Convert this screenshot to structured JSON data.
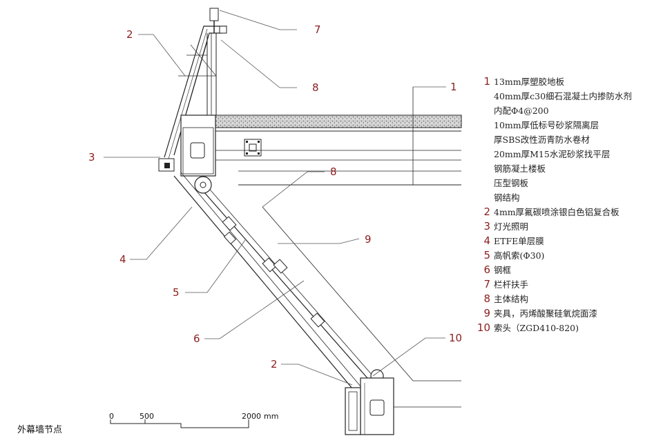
{
  "callouts": {
    "c1": "1",
    "c2_top": "2",
    "c2_bottom": "2",
    "c3": "3",
    "c4": "4",
    "c5": "5",
    "c6": "6",
    "c7": "7",
    "c8_top": "8",
    "c8_mid": "8",
    "c9": "9",
    "c10": "10"
  },
  "legend": [
    {
      "num": "1",
      "text": "13mm厚塑胶地板"
    },
    {
      "num": "",
      "text": "40mm厚c30细石混凝土内掺防水剂"
    },
    {
      "num": "",
      "text": "内配Φ4@200"
    },
    {
      "num": "",
      "text": "10mm厚低标号砂浆隔离层"
    },
    {
      "num": "",
      "text": "厚SBS改性沥青防水卷材"
    },
    {
      "num": "",
      "text": "20mm厚M15水泥砂浆找平层"
    },
    {
      "num": "",
      "text": "钢筋凝土楼板"
    },
    {
      "num": "",
      "text": "压型钢板"
    },
    {
      "num": "",
      "text": "钢结构"
    },
    {
      "num": "2",
      "text": "4mm厚氟碳喷涂银白色铝复合板"
    },
    {
      "num": "3",
      "text": "灯光照明"
    },
    {
      "num": "4",
      "text": "ETFE单层膜"
    },
    {
      "num": "5",
      "text": "高帆索(Φ30)"
    },
    {
      "num": "6",
      "text": "钢框"
    },
    {
      "num": "7",
      "text": "栏杆扶手"
    },
    {
      "num": "8",
      "text": "主体结构"
    },
    {
      "num": "9",
      "text": "夹具，丙烯酸聚硅氧烷面漆"
    },
    {
      "num": "10",
      "text": "索头（ZGD410-820)"
    }
  ],
  "scale_bar": {
    "t0": "0",
    "t1": "500",
    "t2": "2000",
    "unit": "mm"
  },
  "caption": "外幕墙节点",
  "colors": {
    "callout": "#8c1d1d",
    "line": "#222222",
    "leader": "#555555"
  }
}
